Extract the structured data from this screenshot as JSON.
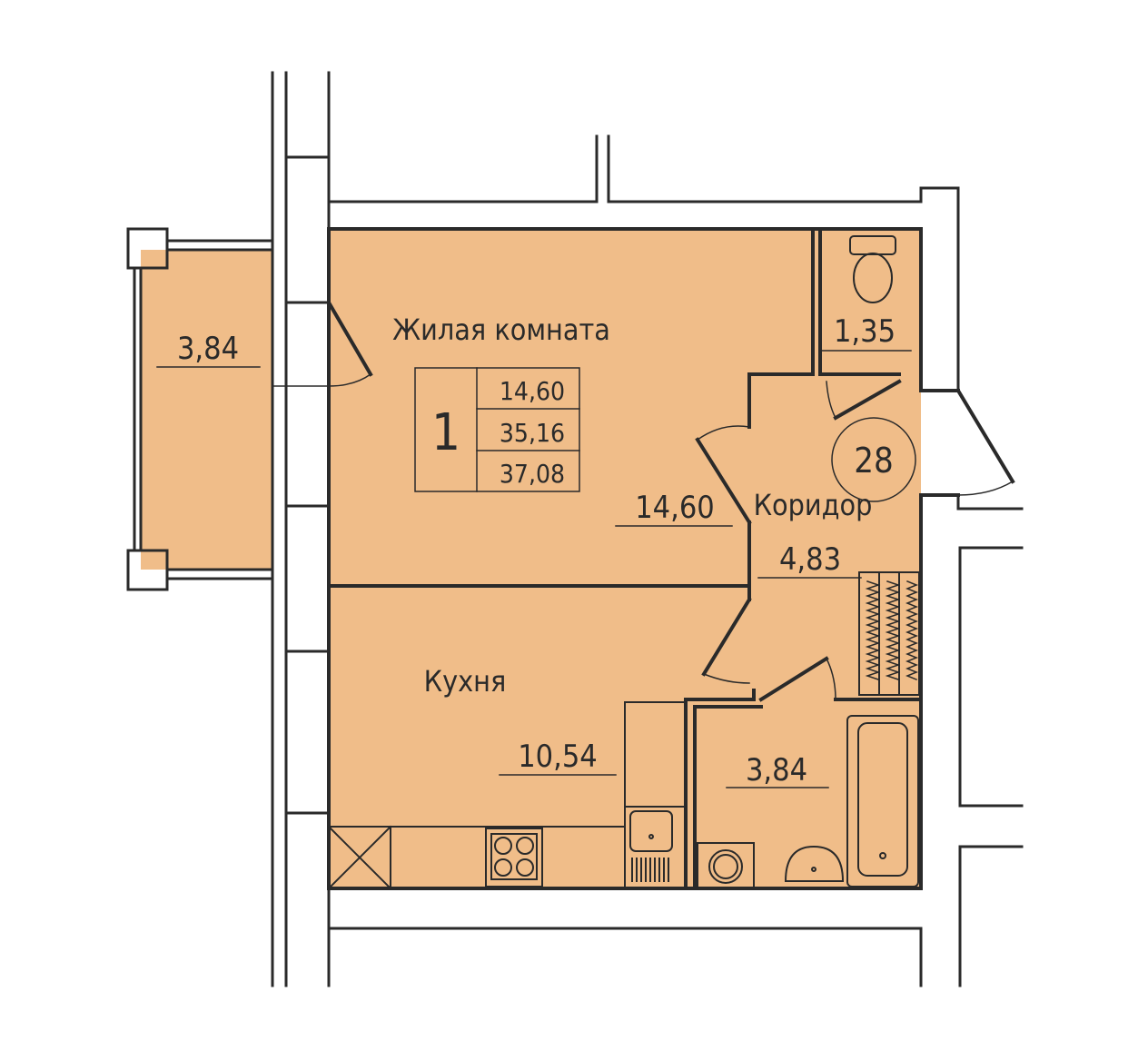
{
  "colors": {
    "room_fill": "#F0BD89",
    "wall": "#2a2a2a",
    "background": "#ffffff"
  },
  "apartment": {
    "number": "28",
    "rooms_count": "1",
    "summary": {
      "living_area": "14,60",
      "total_area": "35,16",
      "total_with_balcony": "37,08"
    }
  },
  "rooms": {
    "living": {
      "name": "Жилая комната",
      "area": "14,60"
    },
    "kitchen": {
      "name": "Кухня",
      "area": "10,54"
    },
    "corridor": {
      "name": "Коридор",
      "area": "4,83"
    },
    "toilet": {
      "area": "1,35"
    },
    "bathroom": {
      "area": "3,84"
    },
    "balcony": {
      "area": "3,84"
    }
  }
}
